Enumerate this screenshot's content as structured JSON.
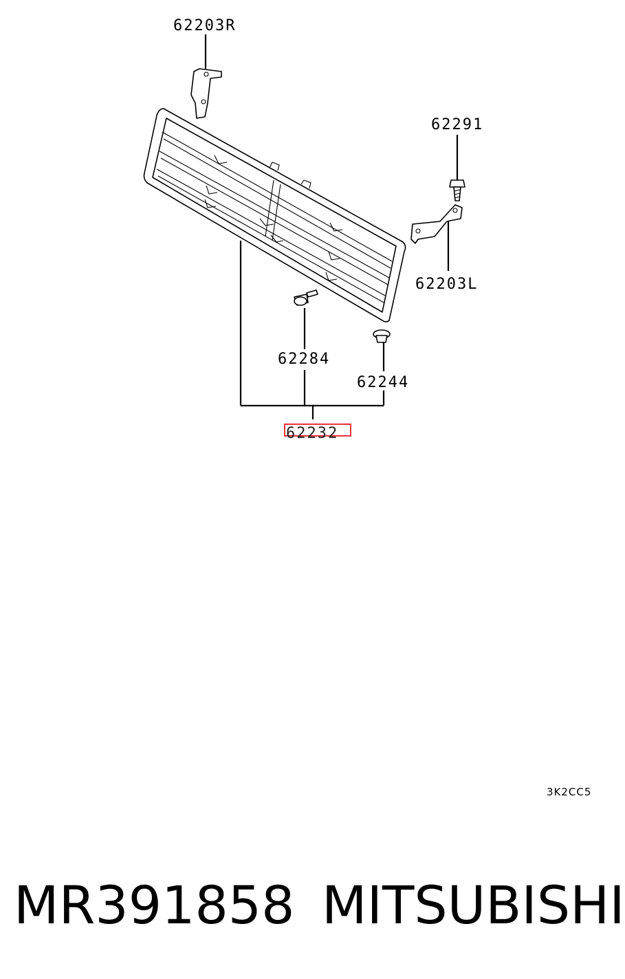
{
  "diagram": {
    "callouts": {
      "bracket_right": "62203R",
      "bolt_top": "62291",
      "bracket_left": "62203L",
      "screw": "62284",
      "clip": "62244",
      "grille_assembly": "62232"
    },
    "highlighted_callout": "grille_assembly",
    "highlight_color": "#e8333a",
    "drawing_code": "3K2CC5"
  },
  "caption": {
    "part_number": "MR391858",
    "brand": "MITSUBISHI"
  }
}
